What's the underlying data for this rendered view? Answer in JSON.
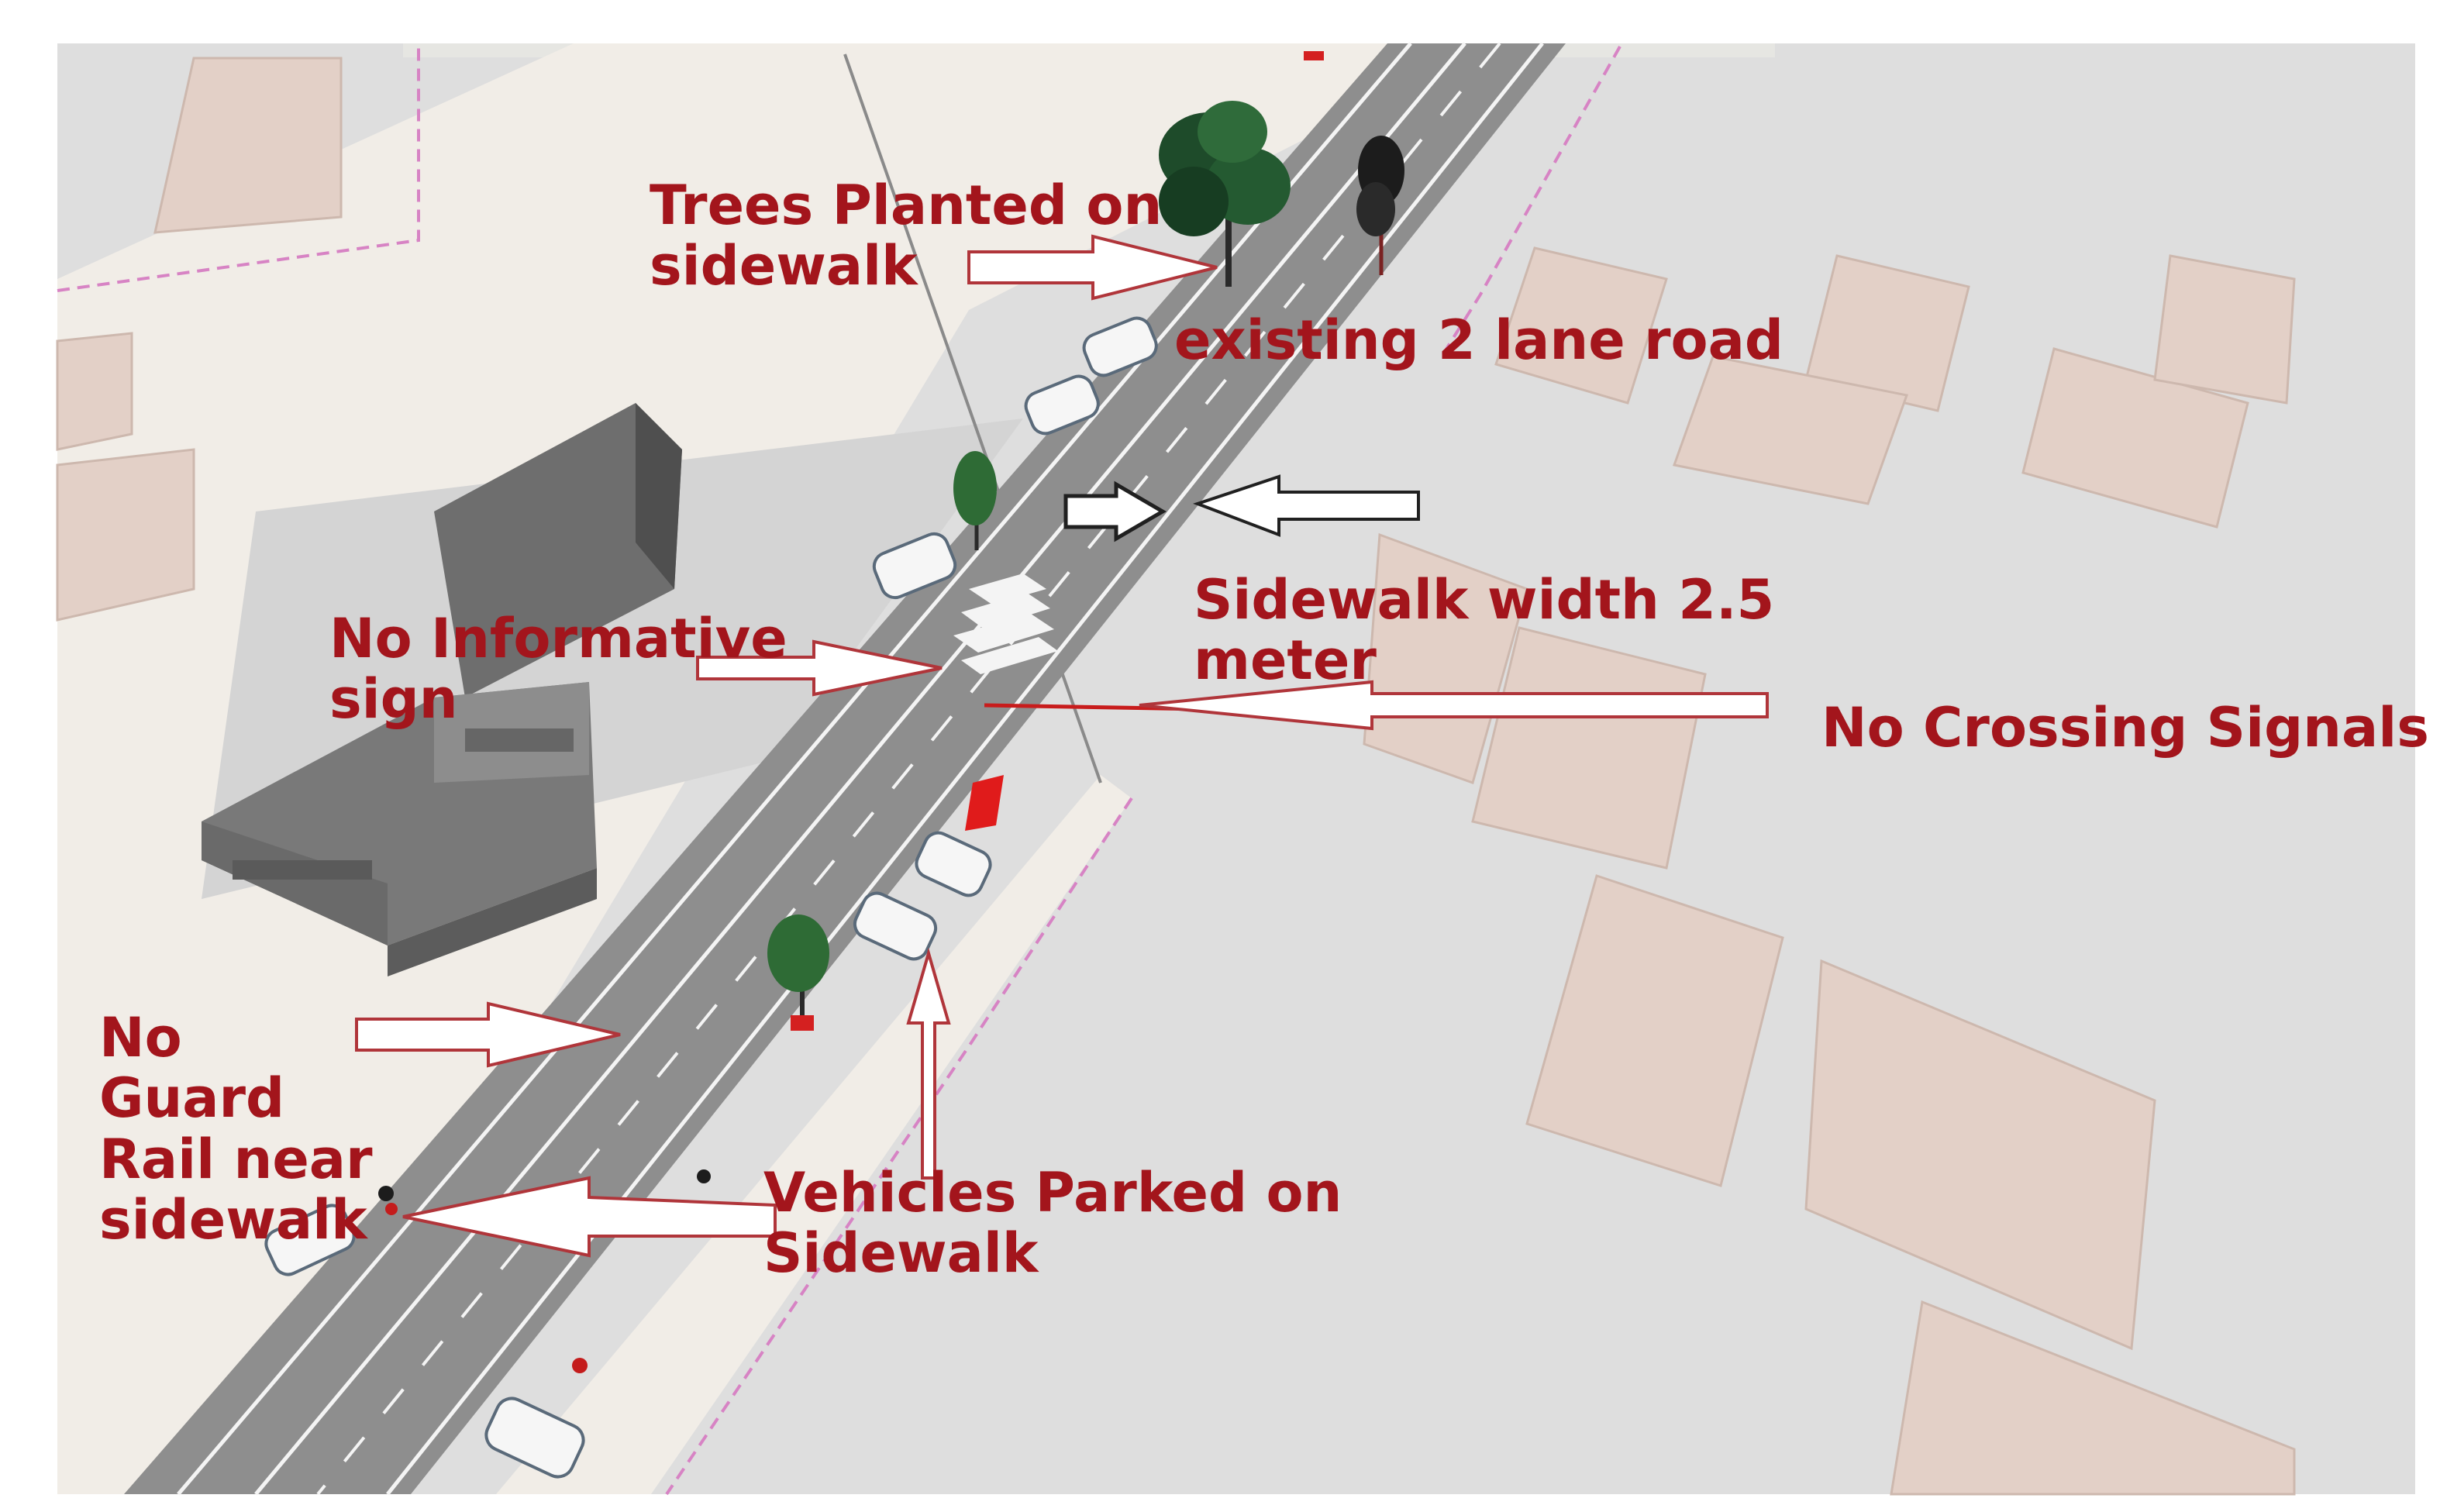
{
  "annotations": {
    "trees": "Trees Planted on\nsidewalk",
    "road": "existing 2 lane road",
    "sidewalk_width": "Sidewalk width 2.5\nmeter",
    "informative_sign": "No Informative\nsign",
    "crossing_signals": "No Crossing Signals",
    "guard_rail": "No\nGuard\nRail near\nsidewalk",
    "parked": "Vehicles Parked on\nSidewalk"
  },
  "colors": {
    "annotation_text": "#a3151c",
    "arrow_outline": "#b0353a",
    "black_arrow": "#202020",
    "map_background": "#dedede",
    "road": "#8e8e8e",
    "sidewalk": "#f1ede7",
    "building_plot": "#e3d0c7"
  }
}
